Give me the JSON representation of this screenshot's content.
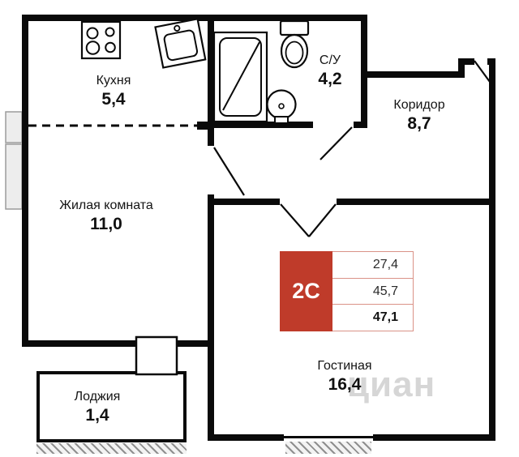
{
  "plan": {
    "rooms": {
      "kitchen": {
        "name": "Кухня",
        "area": "5,4"
      },
      "bathroom": {
        "name": "С/У",
        "area": "4,2"
      },
      "corridor": {
        "name": "Коридор",
        "area": "8,7"
      },
      "living_room": {
        "name": "Жилая комната",
        "area": "11,0"
      },
      "lounge": {
        "name": "Гостиная",
        "area": "16,4"
      },
      "loggia": {
        "name": "Лоджия",
        "area": "1,4"
      }
    },
    "info_badge": {
      "type_label": "2С",
      "rows": [
        {
          "value": "27,4"
        },
        {
          "value": "45,7"
        },
        {
          "value": "47,1"
        }
      ],
      "accent_color": "#bf3b2a",
      "border_color": "#da9287"
    },
    "watermark": "циан",
    "icons": {
      "stove": "stove-icon",
      "kitchen_sink": "kitchen-sink-icon",
      "shower": "shower-icon",
      "toilet": "toilet-icon",
      "washbasin": "washbasin-icon"
    },
    "colors": {
      "wall": "#0a0a0a",
      "background": "#ffffff",
      "watermark": "#d6d6d6"
    }
  }
}
